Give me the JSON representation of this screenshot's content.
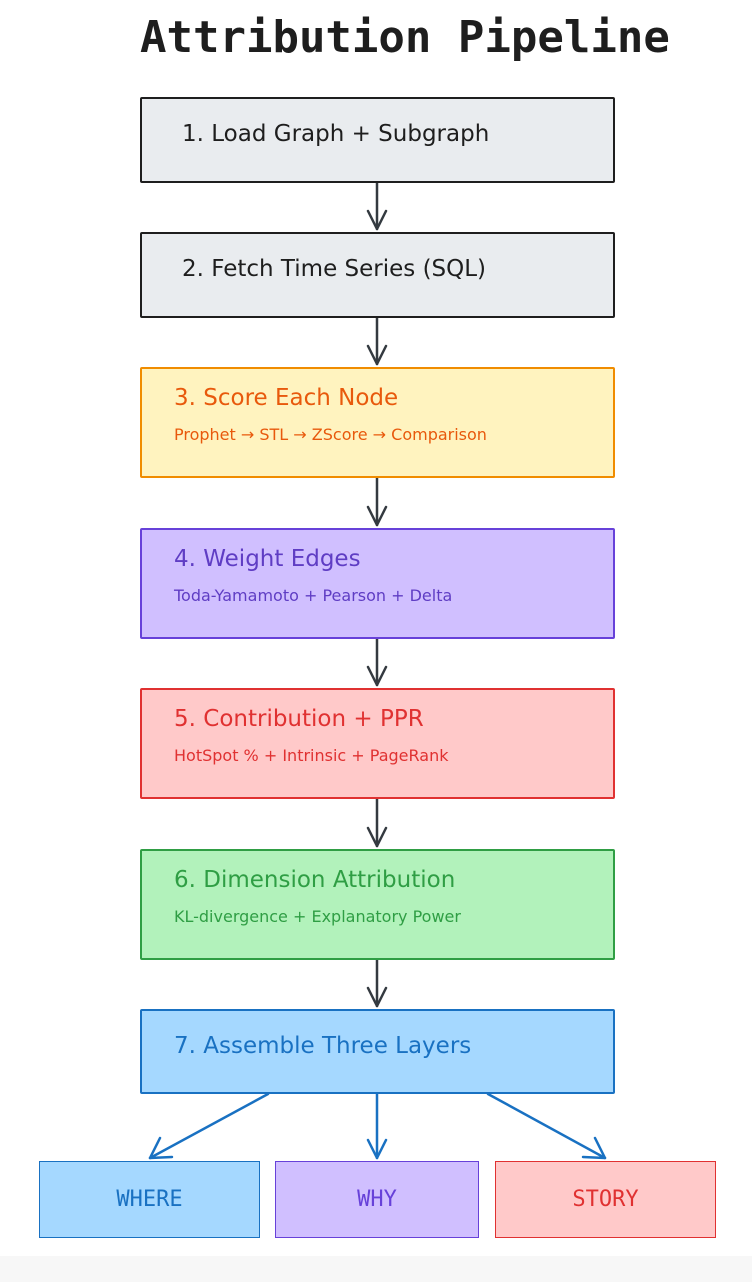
{
  "title": "Attribution Pipeline",
  "steps": [
    {
      "label": "1. Load Graph + Subgraph",
      "sub": ""
    },
    {
      "label": "2. Fetch Time Series (SQL)",
      "sub": ""
    },
    {
      "label": "3. Score Each Node",
      "sub": "Prophet → STL → ZScore → Comparison"
    },
    {
      "label": "4. Weight Edges",
      "sub": "Toda-Yamamoto + Pearson + Delta"
    },
    {
      "label": "5. Contribution + PPR",
      "sub": "HotSpot % + Intrinsic + PageRank"
    },
    {
      "label": "6. Dimension Attribution",
      "sub": "KL-divergence + Explanatory Power"
    },
    {
      "label": "7. Assemble Three Layers",
      "sub": ""
    }
  ],
  "outputs": [
    {
      "label": "WHERE"
    },
    {
      "label": "WHY"
    },
    {
      "label": "STORY"
    }
  ],
  "colors": {
    "neutral_fill": "#e9ecef",
    "neutral_stroke": "#1e1e1e",
    "orange_fill": "#fff3bf",
    "orange_stroke": "#f08c00",
    "violet_fill": "#d0bfff",
    "violet_stroke": "#6741d9",
    "red_fill": "#ffc9c9",
    "red_stroke": "#e03131",
    "green_fill": "#b2f2bb",
    "green_stroke": "#2f9e44",
    "blue_fill": "#a5d8ff",
    "blue_stroke": "#1971c2"
  }
}
